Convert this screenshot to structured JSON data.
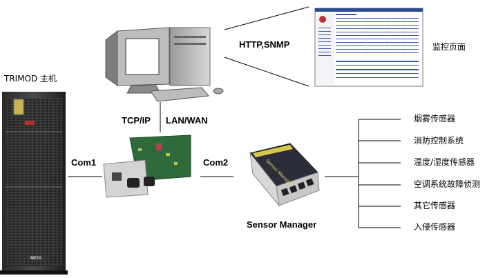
{
  "labels": {
    "trimod": "TRIMOD 主机",
    "protocol": "HTTP,SNMP",
    "monitor": "监控页面",
    "tcpip": "TCP/IP",
    "lanwan": "LAN/WAN",
    "com1": "Com1",
    "com2": "Com2",
    "sensor_manager": "Sensor Manager"
  },
  "sensors": [
    "烟雾传感器",
    "消防控制系统",
    "温度/湿度传感器",
    "空调系统故障侦测",
    "其它传感器",
    "入侵传感器"
  ],
  "device_text": {
    "sensor_box": "Sensor Manager",
    "ups_brand": "META"
  }
}
